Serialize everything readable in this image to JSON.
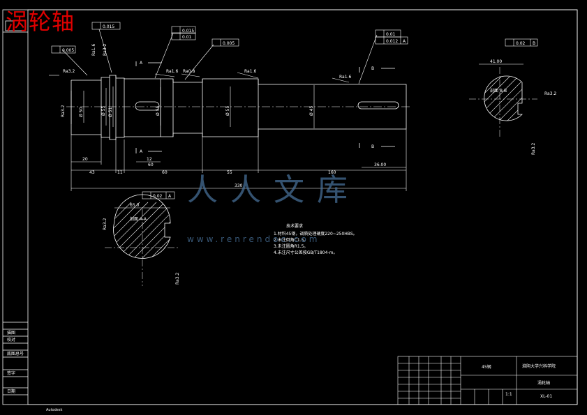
{
  "title": "涡轮轴",
  "watermark": {
    "logo_text": "人人文库",
    "url": "www.renrendoc.com"
  },
  "colors": {
    "background": "#000000",
    "lines": "#ffffff",
    "title": "#e00000",
    "watermark": "#46698f"
  },
  "dims": {
    "d20": "20",
    "d43": "43",
    "d11": "11",
    "d60": "60",
    "d55": "55",
    "d160": "160",
    "d330": "330",
    "d12": "12",
    "d60b": "60",
    "d36": "36.00",
    "d41": "41.00",
    "d65": "65.0"
  },
  "roughness": {
    "r1": "Ra3.2",
    "r2": "Ra3.2",
    "r3": "Ra1.6",
    "r4": "Ra0.8",
    "r5": "Ra1.6",
    "r6": "Ra1.6",
    "r7": "Ra3.2",
    "r8": "Ra1.6",
    "r9": "Ra3.2",
    "r10": "Ra3.2",
    "r11": "Ra3.2",
    "r12": "Ra3.2"
  },
  "tolerances": {
    "t1": "0.005",
    "t2": "0.015",
    "t3": "0.015",
    "t4": "0.01",
    "t5": "0.005",
    "t6": "0.01",
    "t7": "0.012",
    "t8": "0.02",
    "t9": "0.02"
  },
  "datums": {
    "a": "A",
    "b": "B"
  },
  "sections": {
    "aa": "剖面 A-A",
    "bb": "剖面 B-B"
  },
  "section_labels": {
    "a_top": "A",
    "a_bot": "A",
    "b_top": "B",
    "b_bot": "B"
  },
  "diameters": {
    "d1": "Ø 50",
    "d2": "Ø 55",
    "d3": "Ø 51",
    "d4": "Ø 55",
    "d5": "Ø 55",
    "d6": "Ø 45"
  },
  "tech_req": {
    "heading": "技术要求",
    "lines": [
      "1.材料45钢，调质处理硬度220~250HBS。",
      "2.未注倒角C1.5。",
      "3.未注圆角R1.5。",
      "4.未注尺寸公差按GB/T1804-m。"
    ]
  },
  "title_block": {
    "school": "淮阴大学兴科学院",
    "part": "涡轮轴",
    "drawing_no": "XL-01",
    "material": "45钢",
    "scale": "1:1"
  },
  "left_strip": [
    "描图",
    "校对",
    "底图总号",
    "签字",
    "日期"
  ],
  "footer": "Autodesk"
}
